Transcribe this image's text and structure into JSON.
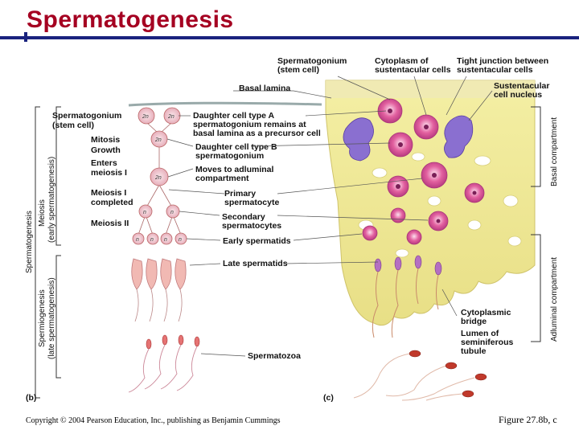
{
  "title": "Spermatogenesis",
  "footer": {
    "copyright": "Copyright © 2004 Pearson Education, Inc., publishing as Benjamin Cummings",
    "figure": "Figure 27.8b, c"
  },
  "panel_b": {
    "tag": "(b)",
    "vertical_labels": {
      "spermatogenesis": "Spermatogenesis",
      "meiosis_1": "Meiosis",
      "meiosis_2": "(early spermatogenesis)",
      "spermiogenesis_1": "Spermiogenesis",
      "spermiogenesis_2": "(late spermatogenesis)"
    },
    "left_labels": {
      "spermatogonium_1": "Spermatogonium",
      "spermatogonium_2": "(stem cell)",
      "mitosis": "Mitosis",
      "growth": "Growth",
      "enters_1": "Enters",
      "enters_2": "meiosis I",
      "meiosis1_1": "Meiosis I",
      "meiosis1_2": "completed",
      "meiosis2": "Meiosis II"
    },
    "cell_texts": {
      "two_n": "2n",
      "n": "n"
    },
    "mid_labels": {
      "basal_lamina": "Basal lamina",
      "daughter_a_1": "Daughter cell type A",
      "daughter_a_2": "spermatogonium remains at",
      "daughter_a_3": "basal lamina as a precursor cell",
      "daughter_b_1": "Daughter cell type B",
      "daughter_b_2": "spermatogonium",
      "moves_1": "Moves to adluminal",
      "moves_2": "compartment",
      "primary_1": "Primary",
      "primary_2": "spermatocyte",
      "secondary_1": "Secondary",
      "secondary_2": "spermatocytes",
      "early": "Early  spermatids",
      "late": "Late spermatids",
      "spermatozoa": "Spermatozoa"
    }
  },
  "panel_c": {
    "tag": "(c)",
    "top_labels": {
      "spermatogonium_1": "Spermatogonium",
      "spermatogonium_2": "(stem cell)",
      "cytoplasm_1": "Cytoplasm of",
      "cytoplasm_2": "sustentacular cells",
      "tight_1": "Tight junction between",
      "tight_2": "sustentacular cells",
      "nucleus_1": "Sustentacular",
      "nucleus_2": "cell nucleus"
    },
    "right_labels": {
      "bridge_1": "Cytoplasmic",
      "bridge_2": "bridge",
      "lumen_1": "Lumen of",
      "lumen_2": "seminiferous",
      "lumen_3": "tubule"
    },
    "compartments": {
      "basal": "Basal compartment",
      "adluminal": "Adluminal compartment"
    }
  },
  "colors": {
    "title": "#a50021",
    "rule": "#1a237e",
    "tissue": "#f3ec9c",
    "cell": "#d24a96",
    "nucleus_purple": "#7b5cc4",
    "cell_pink": "#f2c6c6"
  }
}
